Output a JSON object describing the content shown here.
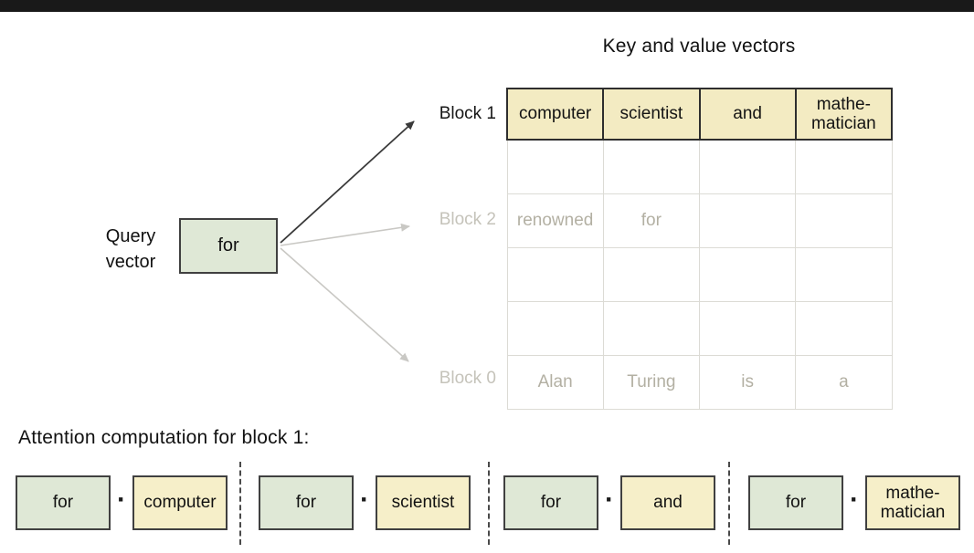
{
  "window": {
    "top_bar_color": "#191919",
    "background_color": "#ffffff"
  },
  "kv_section": {
    "title": "Key and value vectors",
    "block_labels": [
      {
        "id": "block1",
        "label": "Block 1",
        "state": "active"
      },
      {
        "id": "block2",
        "label": "Block 2",
        "state": "faded"
      },
      {
        "id": "block0",
        "label": "Block 0",
        "state": "faded"
      }
    ],
    "table": {
      "columns": 4,
      "block1_row": [
        "computer",
        "scientist",
        "and",
        "mathe-matician"
      ],
      "block2_row": [
        "renowned",
        "for",
        "",
        ""
      ],
      "block0_row": [
        "Alan",
        "Turing",
        "is",
        "a"
      ]
    }
  },
  "query_vector": {
    "label_line1": "Query",
    "label_line2": "vector",
    "token": "for"
  },
  "attention_section": {
    "heading": "Attention computation for block 1:",
    "dot_symbol": "·",
    "pairs": [
      {
        "query": "for",
        "key": "computer"
      },
      {
        "query": "for",
        "key": "scientist"
      },
      {
        "query": "for",
        "key": "and"
      },
      {
        "query": "for",
        "key": "mathe-matician"
      }
    ]
  },
  "colors": {
    "query_green": "#dfe8d6",
    "key_yellow_strong": "#f3ebc2",
    "key_yellow_bottom": "#f6efc9",
    "faded_yellow": "#f9f6e4",
    "faded_text": "#b3b0a3",
    "faded_label": "#c5c3ba",
    "arrow_black": "#3a3a3a",
    "arrow_gray": "#c9c8c4",
    "dark_border": "#2e2e2e",
    "light_border": "#dcdbd5",
    "top_bar": "#191919"
  }
}
